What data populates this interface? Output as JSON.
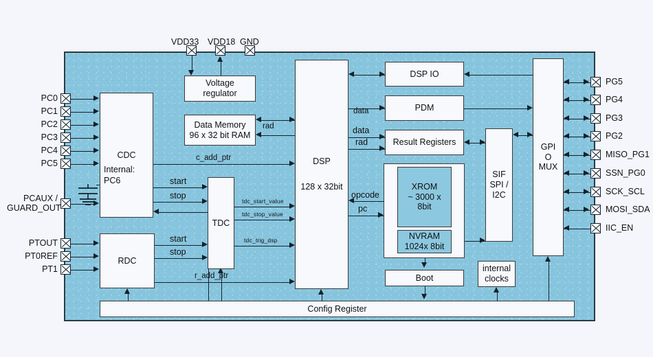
{
  "diagram": {
    "title": "Microcontroller block diagram",
    "chip_fill": "#87c5de",
    "block_fill": "#f7f9fd",
    "shaded_block_fill": "#8cc8e0",
    "line_color": "#14212a"
  },
  "top_pins": [
    {
      "name": "VDD33",
      "label": "VDD33"
    },
    {
      "name": "VDD18",
      "label": "VDD18"
    },
    {
      "name": "GND",
      "label": "GND"
    }
  ],
  "left_pins": [
    {
      "label": "PC0"
    },
    {
      "label": "PC1"
    },
    {
      "label": "PC2"
    },
    {
      "label": "PC3"
    },
    {
      "label": "PC4"
    },
    {
      "label": "PC5"
    },
    {
      "label": "PCAUX /",
      "label2": "GUARD_OUT"
    },
    {
      "label": "PTOUT"
    },
    {
      "label": "PT0REF"
    },
    {
      "label": "PT1"
    }
  ],
  "right_pins": [
    {
      "label": "PG5"
    },
    {
      "label": "PG4"
    },
    {
      "label": "PG3"
    },
    {
      "label": "PG2"
    },
    {
      "label": "MISO_PG1"
    },
    {
      "label": "SSN_PG0"
    },
    {
      "label": "SCK_SCL"
    },
    {
      "label": "MOSI_SDA"
    },
    {
      "label": "IIC_EN"
    }
  ],
  "blocks": {
    "cdc": {
      "line1": "CDC",
      "internal_line1": "Internal:",
      "internal_line2": "PC6"
    },
    "rdc": {
      "line1": "RDC"
    },
    "tdc": {
      "line1": "TDC"
    },
    "voltage_regulator": {
      "line1": "Voltage",
      "line2": "regulator"
    },
    "data_memory": {
      "line1": "Data Memory",
      "line2": "96 x 32 bit RAM"
    },
    "dsp": {
      "line1": "DSP",
      "line2": "128 x 32bit"
    },
    "dsp_io": {
      "line1": "DSP IO"
    },
    "pdm": {
      "line1": "PDM"
    },
    "result_registers": {
      "line1": "Result Registers"
    },
    "xrom": {
      "line1": "XROM",
      "line2": "~ 3000 x",
      "line3": "8bit"
    },
    "nvram": {
      "line1": "NVRAM",
      "line2": "1024x 8bit"
    },
    "boot": {
      "line1": "Boot"
    },
    "sif": {
      "line1": "SIF",
      "line2": "SPI /",
      "line3": "I2C"
    },
    "gpio_mux": {
      "line1": "GPI",
      "line2": "O",
      "line3": "MUX"
    },
    "internal_clocks": {
      "line1": "internal",
      "line2": "clocks"
    },
    "config_register": {
      "line1": "Config Register"
    }
  },
  "wire_labels": {
    "data_top": "data",
    "rad_top": "rad",
    "c_add_ptr": "c_add_ptr",
    "start_cdc": "start",
    "stop_cdc": "stop",
    "start_rdc": "start",
    "stop_rdc": "stop",
    "tdc_start_value": "tdc_start_value",
    "tdc_stop_value": "tdc_stop_value",
    "tdc_trig_dsp": "tdc_trig_dsp",
    "r_add_ptr": "r_add_ptr",
    "data_dsp": "data",
    "rad_dsp": "rad",
    "opcode": "opcode",
    "pc": "pc"
  }
}
